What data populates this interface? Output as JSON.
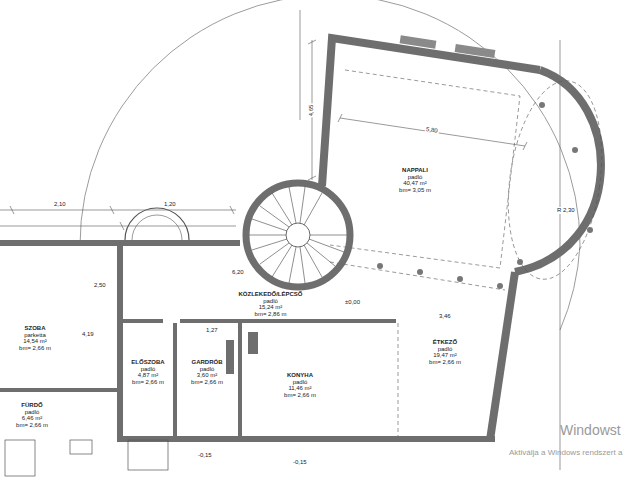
{
  "diagram": {
    "nodes": [
      {
        "text": [
          "NAPPALI",
          "padló",
          "40,47 m²",
          "bm= 3,05 m"
        ]
      },
      {
        "text": [
          "KÖZLEKEDŐ/LÉPCSŐ",
          "padló",
          "15,24 m²",
          "bm= 2,86 m"
        ]
      },
      {
        "text": [
          "SZOBA",
          "parketta",
          "14,54 m²",
          "bm= 2,66 m"
        ]
      },
      {
        "text": [
          "ELŐSZOBA",
          "padló",
          "4,87 m²",
          "bm= 2,66 m"
        ]
      },
      {
        "text": [
          "GARDRÓB",
          "padló",
          "3,60 m²",
          "bm= 2,66 m"
        ]
      },
      {
        "text": [
          "KONYHA",
          "padló",
          "11,46 m²",
          "bm= 2,66 m"
        ]
      },
      {
        "text": [
          "ÉTKEZŐ",
          "padló",
          "19,47 m²",
          "bm= 2,66 m"
        ]
      },
      {
        "text": [
          "FÜRDŐ",
          "padló",
          "6,46 m²",
          "bm= 2,66 m"
        ]
      }
    ],
    "labels": [
      "5,80",
      "4,65",
      "6,20",
      "3,46",
      "1,27",
      "2,50",
      "4,19",
      "R 2,30",
      "±0,00",
      "-0,15",
      "-0,15",
      "2,10",
      "1,20",
      "Windowst",
      "Aktiválja a Windows rendszert a"
    ]
  }
}
